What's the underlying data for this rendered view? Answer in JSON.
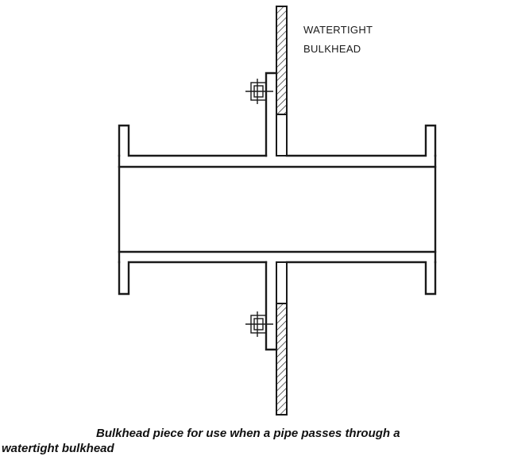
{
  "labels": {
    "bulkhead_line1": "WATERTIGHT",
    "bulkhead_line2": "BULKHEAD"
  },
  "caption": {
    "line1": "Bulkhead piece for use when a pipe passes through a",
    "line2": "watertight bulkhead"
  },
  "colors": {
    "ink": "#1a1a1a",
    "background": "#ffffff"
  }
}
